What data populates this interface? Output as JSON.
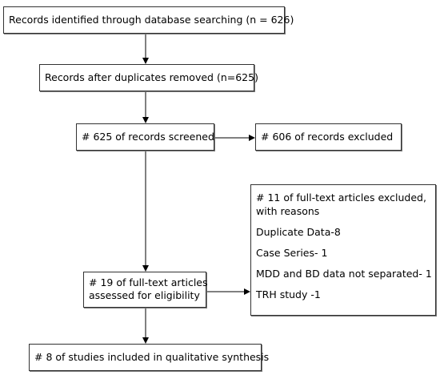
{
  "flowchart": {
    "identified": "Records identified through database searching (n = 626)",
    "duplicates_removed": "Records after duplicates removed (n=625)",
    "screened": "# 625 of records screened",
    "excluded": "# 606 of records excluded",
    "fulltext_excluded": {
      "header_line1": "# 11 of full-text articles excluded,",
      "header_line2": "with reasons",
      "reasons": [
        "Duplicate Data-8",
        "Case Series- 1",
        "MDD and BD data not separated- 1",
        "TRH study -1"
      ]
    },
    "assessed": {
      "line1": "# 19 of full-text articles",
      "line2": "assessed for eligibility"
    },
    "included": "# 8 of studies included in qualitative synthesis"
  }
}
